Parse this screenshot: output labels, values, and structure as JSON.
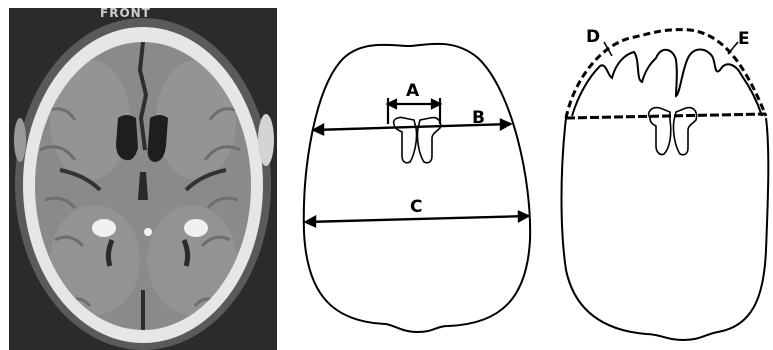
{
  "ct_scan": {
    "orientation_label": "FRONT"
  },
  "diagram_measurements": {
    "labels": {
      "a": "A",
      "b": "B",
      "c": "C"
    }
  },
  "diagram_volume": {
    "labels": {
      "d": "D",
      "e": "E"
    }
  },
  "colors": {
    "ink": "#000000",
    "scan_background": "#2b2b2b",
    "skull": "#e6e6e6",
    "brain_tissue": "#8a8a8a",
    "ventricles": "#1e1e1e"
  }
}
